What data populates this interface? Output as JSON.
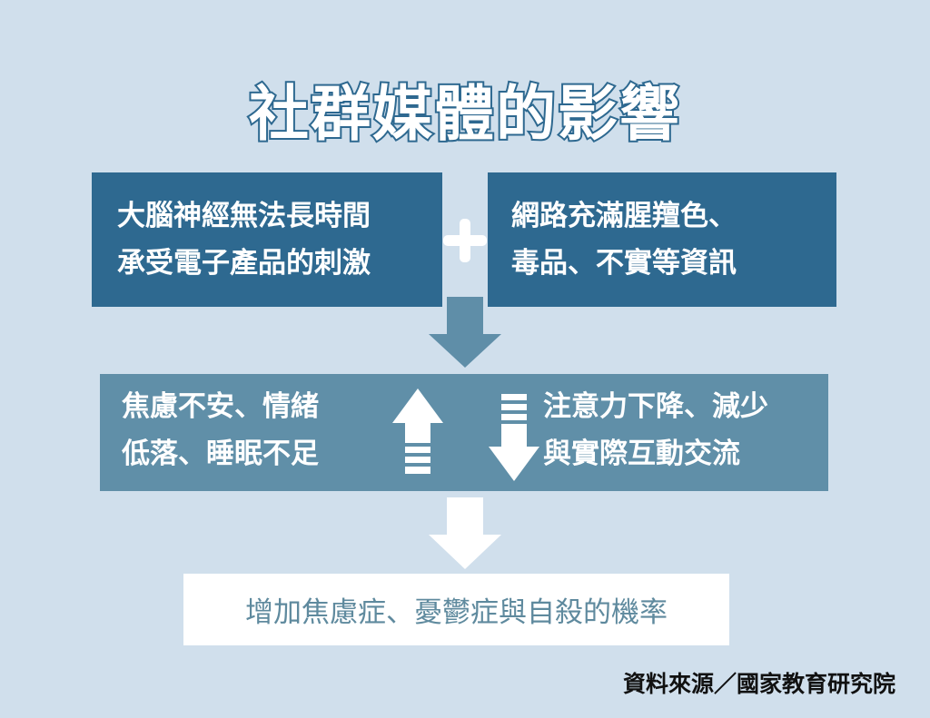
{
  "title": "社群媒體的影響",
  "cause_left": {
    "line1": "大腦神經無法長時間",
    "line2": "承受電子產品的刺激"
  },
  "cause_right": {
    "line1": "網路充滿腥羶色、",
    "line2": "毒品、不實等資訊"
  },
  "effects": {
    "left": {
      "line1": "焦慮不安、情緒",
      "line2": "低落、睡眠不足"
    },
    "right": {
      "line1": "注意力下降、減少",
      "line2": "與實際互動交流"
    }
  },
  "result": "增加焦慮症、憂鬱症與自殺的機率",
  "source": "資料來源／國家教育研究院",
  "colors": {
    "background": "#d0dfec",
    "dark_box": "#2e6990",
    "mid_box": "#608fa8",
    "arrow": "#5f8ea8",
    "result_text": "#5f8a9e"
  }
}
